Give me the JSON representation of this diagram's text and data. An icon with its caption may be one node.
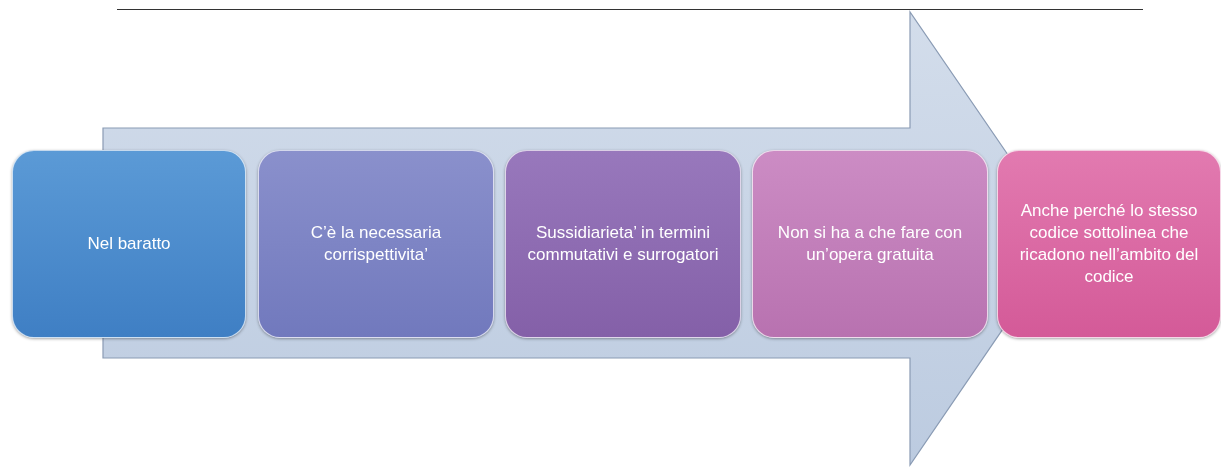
{
  "diagram": {
    "nodes": [
      {
        "text": [
          "Nel baratto"
        ]
      },
      {
        "text": [
          "C’è la necessaria corrispettivita’"
        ]
      },
      {
        "text": [
          "Sussidiarieta’ in termini commutativi e surrogatori"
        ]
      },
      {
        "text": [
          "Non si ha a che fare con un’opera gratuita"
        ]
      },
      {
        "text": [
          "Anche perché lo stesso codice sottolinea che ricadono nell’ambito del codice"
        ]
      }
    ]
  }
}
